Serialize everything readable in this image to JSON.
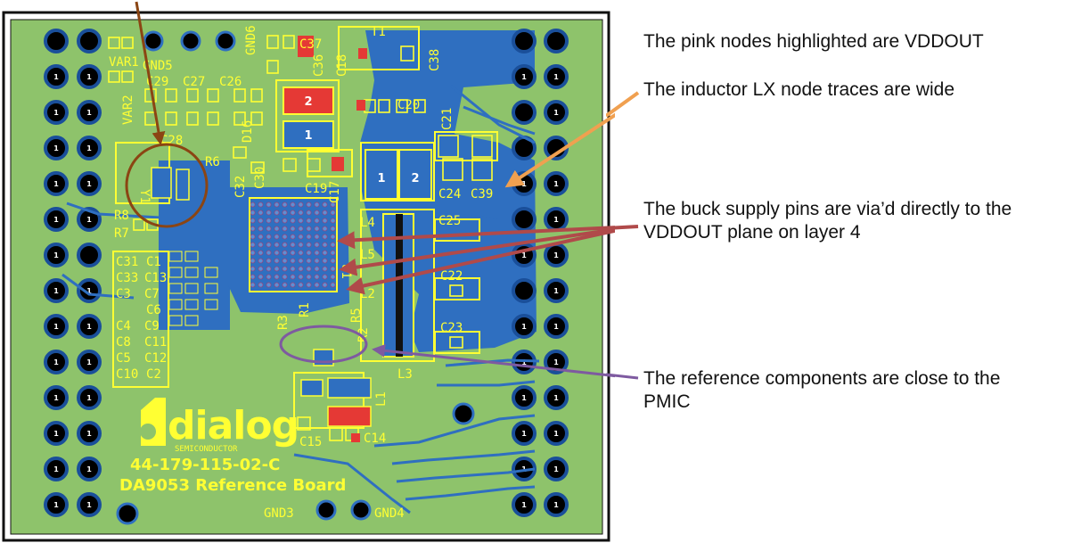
{
  "annotations": {
    "vddout_nodes": "The pink nodes highlighted are VDDOUT",
    "lx_traces": "The inductor LX node traces are wide",
    "buck_pins_line1": "The buck supply pins are via’d directly to the",
    "buck_pins_line2": "VDDOUT plane on layer 4",
    "reference_line1": "The reference components are close to the",
    "reference_line2": "PMIC"
  },
  "board": {
    "logo_text": "dialog",
    "logo_sub": "SEMICONDUCTOR",
    "part_number": "44-179-115-02-C",
    "board_name": "DA9053 Reference Board",
    "pad_number": "1",
    "designators": {
      "gnd5": "GND5",
      "gnd6": "GND6",
      "gnd3": "GND3",
      "gnd4": "GND4",
      "var1": "VAR1",
      "var2": "VAR2",
      "c37": "C37",
      "c36": "C36",
      "c18": "C18",
      "c38": "C38",
      "t1": "T1",
      "c29": "C29",
      "c27": "C27",
      "c26": "C26",
      "c20": "C20",
      "c21": "C21",
      "c28": "C28",
      "d16": "D16",
      "r6": "R6",
      "y1": "Y1",
      "c32": "C32",
      "c30": "C30",
      "c19": "C19",
      "c17": "C17",
      "c24": "C24",
      "c39": "C39",
      "l4": "L4",
      "c25": "C25",
      "r8": "R8",
      "r7": "R7",
      "c31": "C31",
      "c1": "C1",
      "c33": "C33",
      "c13": "C13",
      "c3": "C3",
      "c7": "C7",
      "u1": "U1",
      "l5": "L5",
      "c22": "C22",
      "l2": "L2",
      "c6": "C6",
      "c4": "C4",
      "c9": "C9",
      "c8": "C8",
      "c11": "C11",
      "c5": "C5",
      "c12": "C12",
      "c10": "C10",
      "c2": "C2",
      "r3": "R3",
      "r1": "R1",
      "r5": "R5",
      "r2": "R2",
      "c23": "C23",
      "l3": "L3",
      "l1": "L1",
      "c15": "C15",
      "c14": "C14",
      "pad_2a": "2",
      "pad_1a": "1",
      "pad_1b": "1",
      "pad_2b": "2"
    }
  },
  "colors": {
    "arrow_brown": "#8b4513",
    "arrow_orange": "#f0a050",
    "arrow_red": "#b04a4a",
    "arrow_purple": "#7e5aa0",
    "board_green": "#8ec36b",
    "copper_blue": "#2f6fc0",
    "silkscreen": "#ffff33",
    "pad_red": "#e53935"
  }
}
